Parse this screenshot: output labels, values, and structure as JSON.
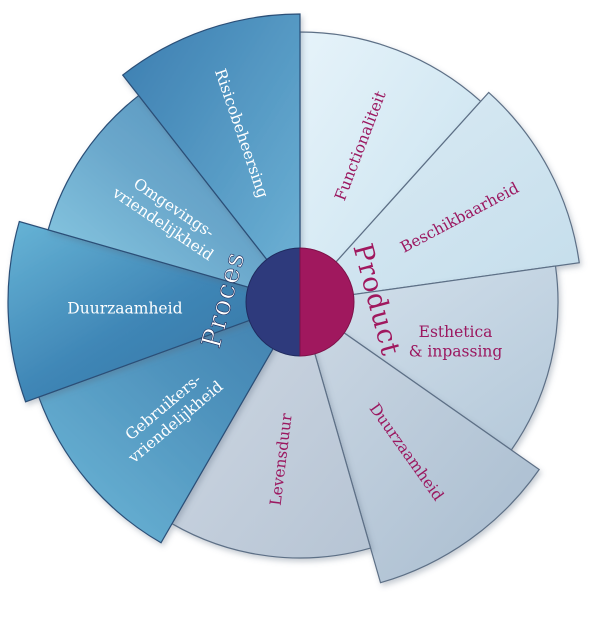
{
  "diagram": {
    "center_labels": {
      "left": "Proces",
      "right": "Product"
    },
    "colors": {
      "proces_core": "#2e3a7c",
      "product_core": "#a0185e",
      "product_text": "#9b1860",
      "proces_text": "#ffffff",
      "proces_center_text": "#ffffff",
      "product_center_text": "#a0185e"
    },
    "segments": [
      {
        "group": "product",
        "label": "Functionaliteit"
      },
      {
        "group": "product",
        "label": "Beschikbaarheid"
      },
      {
        "group": "product",
        "label": "Esthetica",
        "label2": "& inpassing"
      },
      {
        "group": "product",
        "label": "Duurzaamheid"
      },
      {
        "group": "product",
        "label": "Levensduur"
      },
      {
        "group": "proces",
        "label": "Gebruikers-",
        "label2": "vriendelijkheid"
      },
      {
        "group": "proces",
        "label": "Duurzaamheid"
      },
      {
        "group": "proces",
        "label": "Omgevings-",
        "label2": "vriendelijkheid"
      },
      {
        "group": "proces",
        "label": "Risicobeheersing"
      }
    ]
  }
}
